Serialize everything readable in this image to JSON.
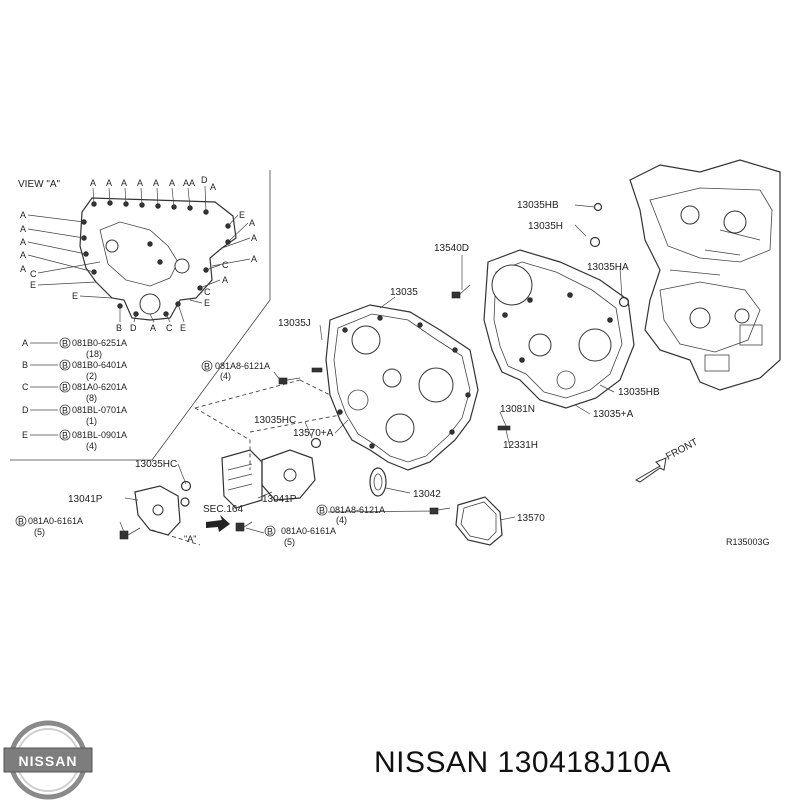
{
  "view_label": "VIEW \"A\"",
  "view_top_letters": [
    "A",
    "A",
    "A",
    "A",
    "A",
    "A",
    "AA",
    "D",
    "A"
  ],
  "view_left_letters": [
    "A",
    "A",
    "A",
    "A",
    "A",
    "C",
    "E",
    "E"
  ],
  "view_right_letters": [
    "E",
    "A",
    "A",
    "A",
    "C",
    "A",
    "C",
    "E"
  ],
  "view_bottom_letters": [
    "B",
    "D",
    "A",
    "C",
    "E"
  ],
  "legend": [
    {
      "key": "A",
      "code": "081B0-6251A",
      "qty": "(18)"
    },
    {
      "key": "B",
      "code": "081B0-6401A",
      "qty": "(2)"
    },
    {
      "key": "C",
      "code": "081A0-6201A",
      "qty": "(8)"
    },
    {
      "key": "D",
      "code": "081BL-0701A",
      "qty": "(1)"
    },
    {
      "key": "E",
      "code": "081BL-0901A",
      "qty": "(4)"
    }
  ],
  "bolt_prefix": "B",
  "labels": {
    "p13035hb_top": "13035HB",
    "p13035h": "13035H",
    "p13540d": "13540D",
    "p13035ha": "13035HA",
    "p13035": "13035",
    "p13035j": "13035J",
    "bolt_081a8_a": "081A8-6121A",
    "bolt_081a8_a_qty": "(4)",
    "p13035hb_bottom": "13035HB",
    "p13081n": "13081N",
    "p13035a": "13035+A",
    "p13035hc_mid": "13035HC",
    "p13570a": "13570+A",
    "p12331h": "12331H",
    "p13035hc_left": "13035HC",
    "p13041p_left": "13041P",
    "p13041p_mid": "13041P",
    "sec164": "SEC.164",
    "p13042": "13042",
    "bolt_081a8_b": "081A8-6121A",
    "bolt_081a8_b_qty": "(4)",
    "p13570": "13570",
    "bolt_081a0_left": "081A0-6161A",
    "bolt_081a0_left_qty": "(5)",
    "view_a_ref": "\"A\"",
    "bolt_081a0_mid": "081A0-6161A",
    "bolt_081a0_mid_qty": "(5)",
    "front": "FRONT",
    "ref_code": "R135003G"
  },
  "brand": {
    "logo_text": "NISSAN",
    "title": "NISSAN 130418J10A"
  }
}
